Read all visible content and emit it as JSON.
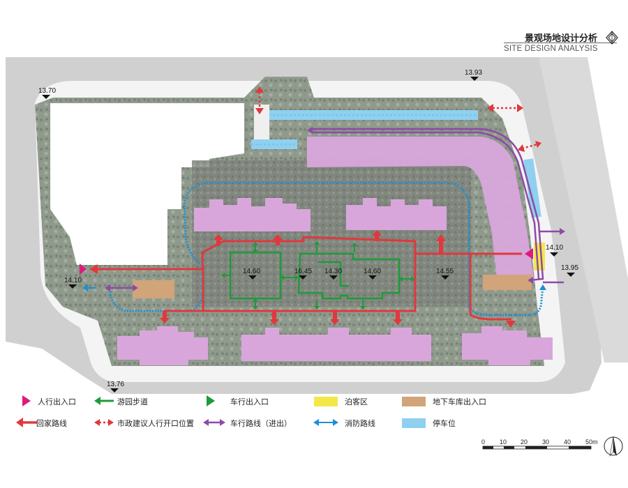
{
  "header": {
    "title_cn": "景观场地设计分析",
    "title_en": "SITE DESIGN ANALYSIS"
  },
  "elevations": {
    "e1": "13.70",
    "e2": "13.93",
    "e3": "14.10",
    "e4": "14.60",
    "e5": "16.45",
    "e6": "14.30",
    "e7": "14.60",
    "e8": "14.55",
    "e9": "14.10",
    "e10": "13.95",
    "e11": "13.76"
  },
  "legend": {
    "pedestrian_entrance": "人行出入口",
    "garden_path": "游园步道",
    "vehicle_entrance": "车行出入口",
    "drop_off_zone": "泊客区",
    "garage_entrance": "地下车库出入口",
    "home_route": "回家路线",
    "municipal_opening": "市政建议人行开口位置",
    "vehicle_route": "车行路线（进出）",
    "fire_route": "消防路线",
    "parking": "停车位"
  },
  "scale": {
    "t0": "0",
    "t1": "10",
    "t2": "20",
    "t3": "30",
    "t4": "40",
    "t5": "50m"
  },
  "colors": {
    "building": "#d9a6dc",
    "home_route": "#e0383d",
    "garden_path": "#1f9a3a",
    "vehicle_route": "#8e4aa6",
    "fire_route": "#1b8fd6",
    "parking": "#8fd0f0",
    "drop_off": "#f2e84a",
    "garage": "#d2a47a",
    "pedestrian_entrance": "#e0197d",
    "road": "#dcdcdc"
  }
}
